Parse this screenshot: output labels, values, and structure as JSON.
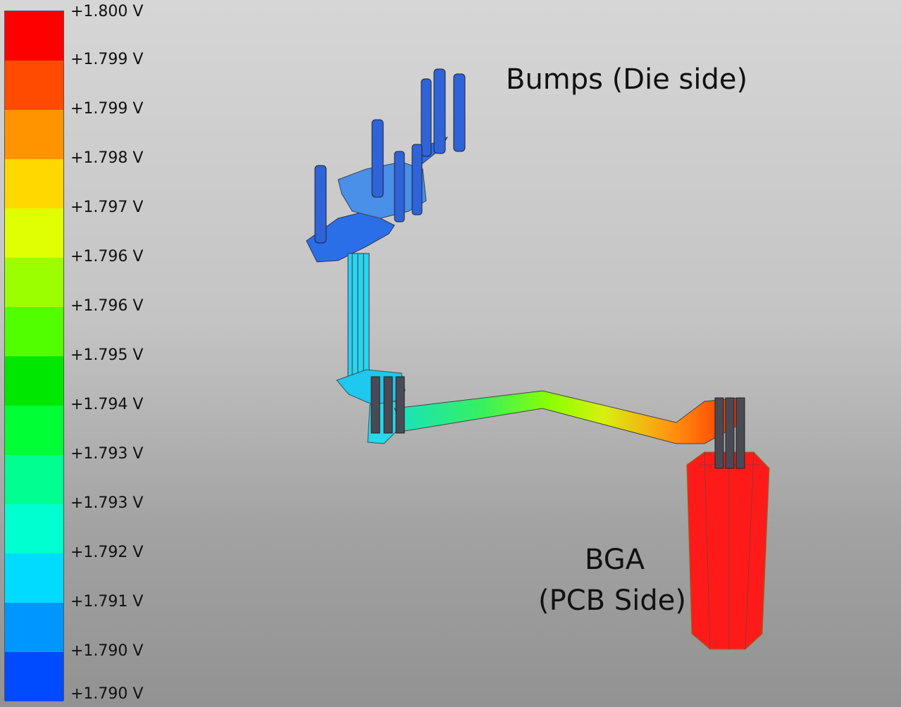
{
  "legend": {
    "labels": [
      "+1.800 V",
      "+1.799 V",
      "+1.799 V",
      "+1.798 V",
      "+1.797 V",
      "+1.796 V",
      "+1.796 V",
      "+1.795 V",
      "+1.794 V",
      "+1.793 V",
      "+1.793 V",
      "+1.792 V",
      "+1.791 V",
      "+1.790 V",
      "+1.790 V"
    ],
    "colors": [
      "#ff0000",
      "#ff4a00",
      "#ff9400",
      "#ffd800",
      "#e0ff00",
      "#9cff00",
      "#52ff00",
      "#00e800",
      "#00ff34",
      "#00ff90",
      "#00ffd0",
      "#00dcff",
      "#0096ff",
      "#004aff"
    ]
  },
  "annotations": {
    "bumps": "Bumps (Die side)",
    "bga_line1": "BGA",
    "bga_line2": "(PCB Side)"
  }
}
